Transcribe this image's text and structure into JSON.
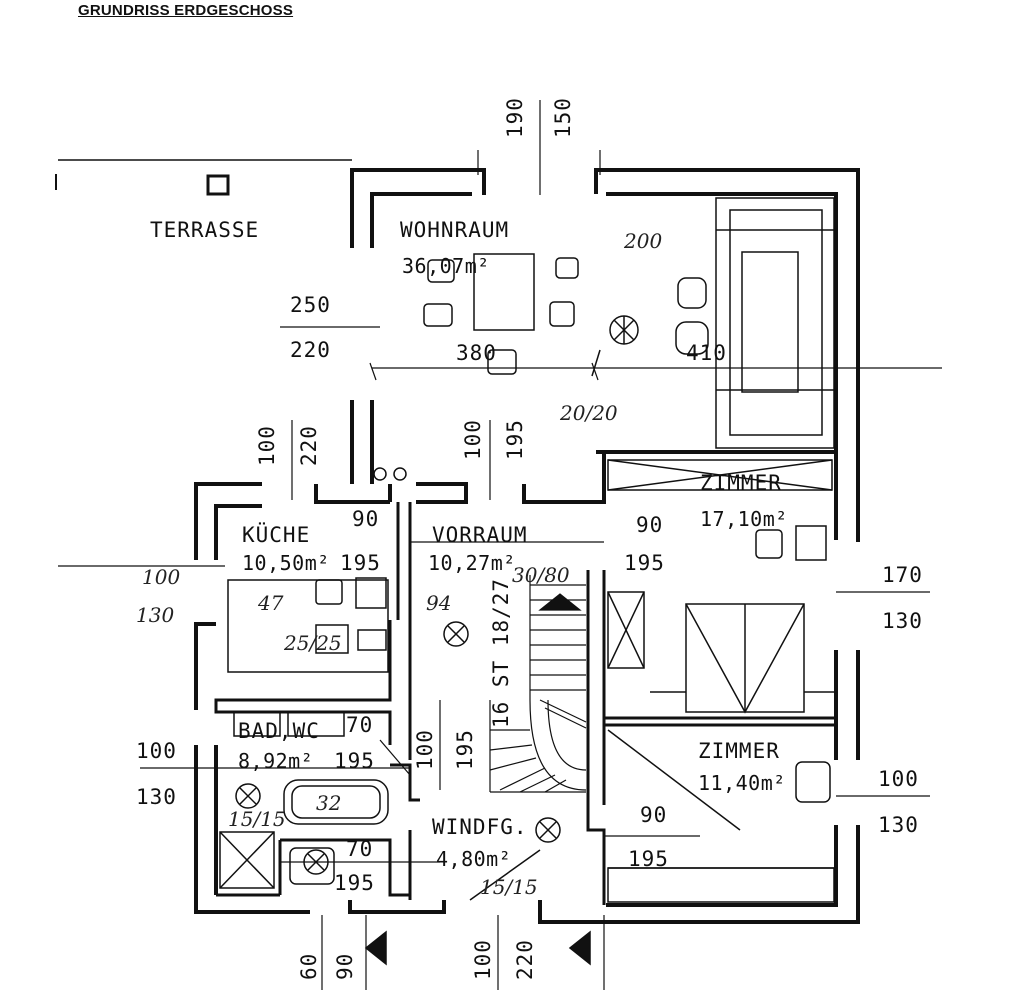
{
  "page_title": "GRUNDRISS ERDGESCHOSS",
  "rooms": {
    "terrasse": {
      "name": "TERRASSE"
    },
    "wohnraum": {
      "name": "WOHNRAUM",
      "area": "36,07m²"
    },
    "kueche": {
      "name": "KÜCHE",
      "area": "10,50m²"
    },
    "vorraum": {
      "name": "VORRAUM",
      "area": "10,27m²"
    },
    "zimmer1": {
      "name": "ZIMMER",
      "area": "17,10m²"
    },
    "zimmer2": {
      "name": "ZIMMER",
      "area": "11,40m²"
    },
    "bad": {
      "name": "BAD,WC",
      "area": "8,92m²"
    },
    "windfang": {
      "name": "WINDFG.",
      "area": "4,80m²"
    }
  },
  "stair": {
    "label": "16 ST 18/27"
  },
  "dims": {
    "top_190": "190",
    "top_150": "150",
    "w_250": "250",
    "w_220": "220",
    "w_380": "380",
    "w_410": "410",
    "k_100": "100",
    "k_220": "220",
    "v_100": "100",
    "v_195": "195",
    "k_90": "90",
    "k_195": "195",
    "z_90": "90",
    "z_195": "195",
    "l_100": "100",
    "l_130": "130",
    "r_170": "170",
    "r_130": "130",
    "b_100": "100",
    "b_130": "130",
    "b_70": "70",
    "b_195": "195",
    "m_100": "100",
    "m_195": "195",
    "r2_100": "100",
    "r2_130": "130",
    "wf_90": "90",
    "wf_195": "195",
    "wc_70": "70",
    "wc_195": "195",
    "bot_60": "60",
    "bot_90": "90",
    "bot_100": "100",
    "bot_220": "220"
  },
  "notes": {
    "w_200": "200",
    "w_2020": "20/20",
    "v_3080": "30/80",
    "k_47": "47",
    "k_2525": "25/25",
    "v_94": "94",
    "b_1515": "15/15",
    "b_32": "32",
    "wf_1515": "15/15"
  }
}
